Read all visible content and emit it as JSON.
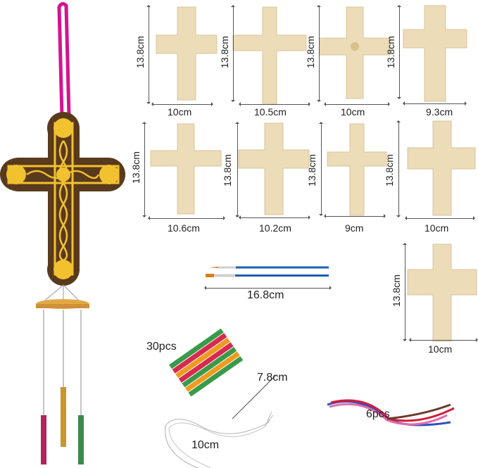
{
  "product_image": {
    "main_item": {
      "name": "painted cross wind chime",
      "colors": {
        "ribbon": "#d4148f",
        "cross_dark": "#5a3a1c",
        "cross_gold": "#f2c130",
        "disc": "#e3a846",
        "tube_pink": "#b3245a",
        "tube_gold": "#c9962a",
        "tube_green": "#3c8a4a"
      }
    },
    "wood_color": "#ecdcb8",
    "crosses": [
      {
        "id": 1,
        "height": "13.8cm",
        "width": "10cm"
      },
      {
        "id": 2,
        "height": "13.8cm",
        "width": "10.5cm"
      },
      {
        "id": 3,
        "height": "13.8cm",
        "width": "10cm"
      },
      {
        "id": 4,
        "height": "13.8cm",
        "width": "9.3cm"
      },
      {
        "id": 5,
        "height": "13.8cm",
        "width": "10.6cm"
      },
      {
        "id": 6,
        "height": "13.8cm",
        "width": "10.2cm"
      },
      {
        "id": 7,
        "height": "13.8cm",
        "width": "9cm"
      },
      {
        "id": 8,
        "height": "13.8cm",
        "width": "10cm"
      },
      {
        "id": 9,
        "height": "13.8cm",
        "width": "10cm"
      }
    ],
    "brushes": {
      "length": "16.8cm",
      "color": "#1f5fb0"
    },
    "tubes": {
      "count": "30pcs",
      "length": "7.8cm"
    },
    "string": {
      "length": "10cm"
    },
    "ribbons": {
      "count": "6pcs"
    }
  }
}
